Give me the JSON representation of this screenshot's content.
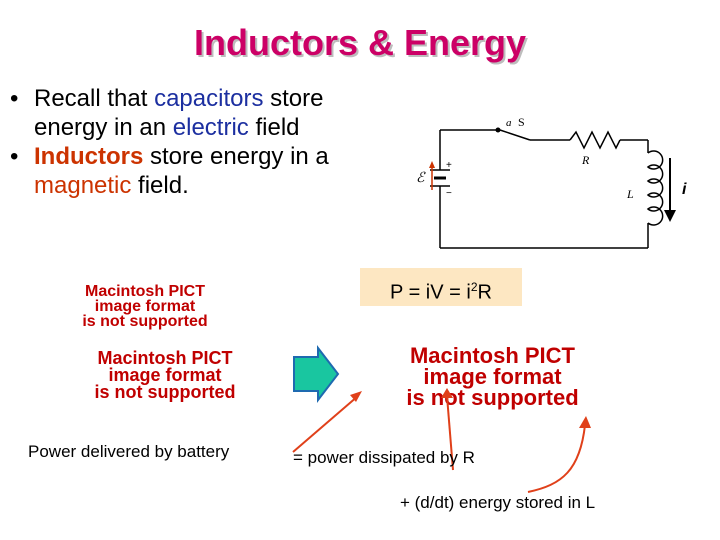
{
  "title": "Inductors & Energy",
  "bullets": [
    {
      "line1_pre": "Recall that ",
      "line1_em": "capacitors",
      "line1_post": " store",
      "line2_pre": "energy in an ",
      "line2_em": "electric",
      "line2_post": " field"
    },
    {
      "line1_em": "Inductors",
      "line1_post": " store energy in a",
      "line2_em": "magnetic",
      "line2_post": " field."
    }
  ],
  "circuit": {
    "emf_label": "ℰ",
    "switch_label": "S",
    "node_a": "a",
    "resistor_label": "R",
    "inductor_label": "L",
    "plus": "+",
    "minus": "−",
    "current_label": "i"
  },
  "formula": {
    "prefix": "P = iV = i",
    "exponent": "2",
    "suffix": "R"
  },
  "pict_placeholder": {
    "line1": "Macintosh PICT",
    "line2": "image format",
    "line3": "is not supported"
  },
  "captions": {
    "battery": "Power delivered by battery",
    "resistor": "= power dissipated by R",
    "inductor": "+ (d/dt) energy stored in L"
  },
  "colors": {
    "title": "#cc0066",
    "blue_emphasis": "#1c2fa0",
    "red_emphasis": "#cc3300",
    "formula_bg": "#fde7c2",
    "arrow_fill": "#19c6a0",
    "pointer_lines": "#e0401a"
  }
}
